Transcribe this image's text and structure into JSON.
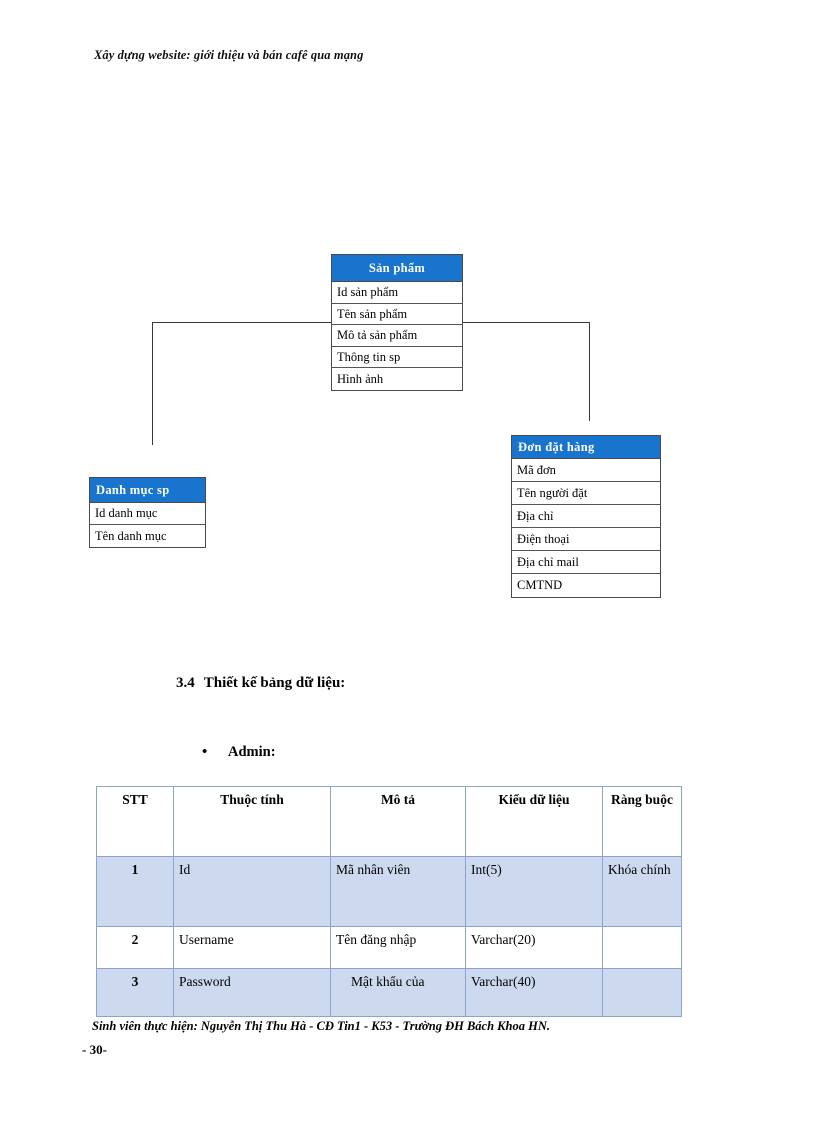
{
  "document": {
    "running_head": "Xây dựng website: giới thiệu và bán cafê qua mạng",
    "footer_note": "Sinh viên thực hiện: Nguyễn Thị Thu Hà - CĐ Tin1 - K53 - Trường ĐH Bách Khoa HN.",
    "page_number": "- 30-"
  },
  "diagram": {
    "accent_color": "#1874CD",
    "entities": [
      {
        "id": "san-pham",
        "title": "Sản phẩm",
        "fields": [
          "Id sản phẩm",
          "Tên sản phẩm",
          "Mô tả sản phẩm",
          "Thông tin sp",
          "Hình ảnh"
        ]
      },
      {
        "id": "danh-muc-sp",
        "title": "Danh mục sp",
        "fields": [
          "Id danh mục",
          "Tên danh mục"
        ]
      },
      {
        "id": "don-dat-hang",
        "title": "Đơn đặt hàng",
        "fields": [
          "Mã đơn",
          "Tên người đặt",
          "Địa chỉ",
          "Điện thoại",
          "Địa chỉ mail",
          "CMTND"
        ]
      }
    ]
  },
  "section": {
    "number": "3.4",
    "title": "Thiết kế bảng dữ liệu:",
    "bullet": "Admin:"
  },
  "table": {
    "headers": [
      "STT",
      "Thuộc tính",
      "Mô tả",
      "Kiểu dữ liệu",
      "Ràng buộc"
    ],
    "rows": [
      {
        "stt": "1",
        "attribute": "Id",
        "description": "Mã nhân viên",
        "datatype": "Int(5)",
        "constraint": "Khóa chính",
        "shaded": true
      },
      {
        "stt": "2",
        "attribute": "Username",
        "description": "Tên đăng nhập",
        "datatype": "Varchar(20)",
        "constraint": "",
        "shaded": false
      },
      {
        "stt": "3",
        "attribute": "Password",
        "description": "Mật khẩu của",
        "datatype": "Varchar(40)",
        "constraint": "",
        "shaded": true
      }
    ]
  }
}
